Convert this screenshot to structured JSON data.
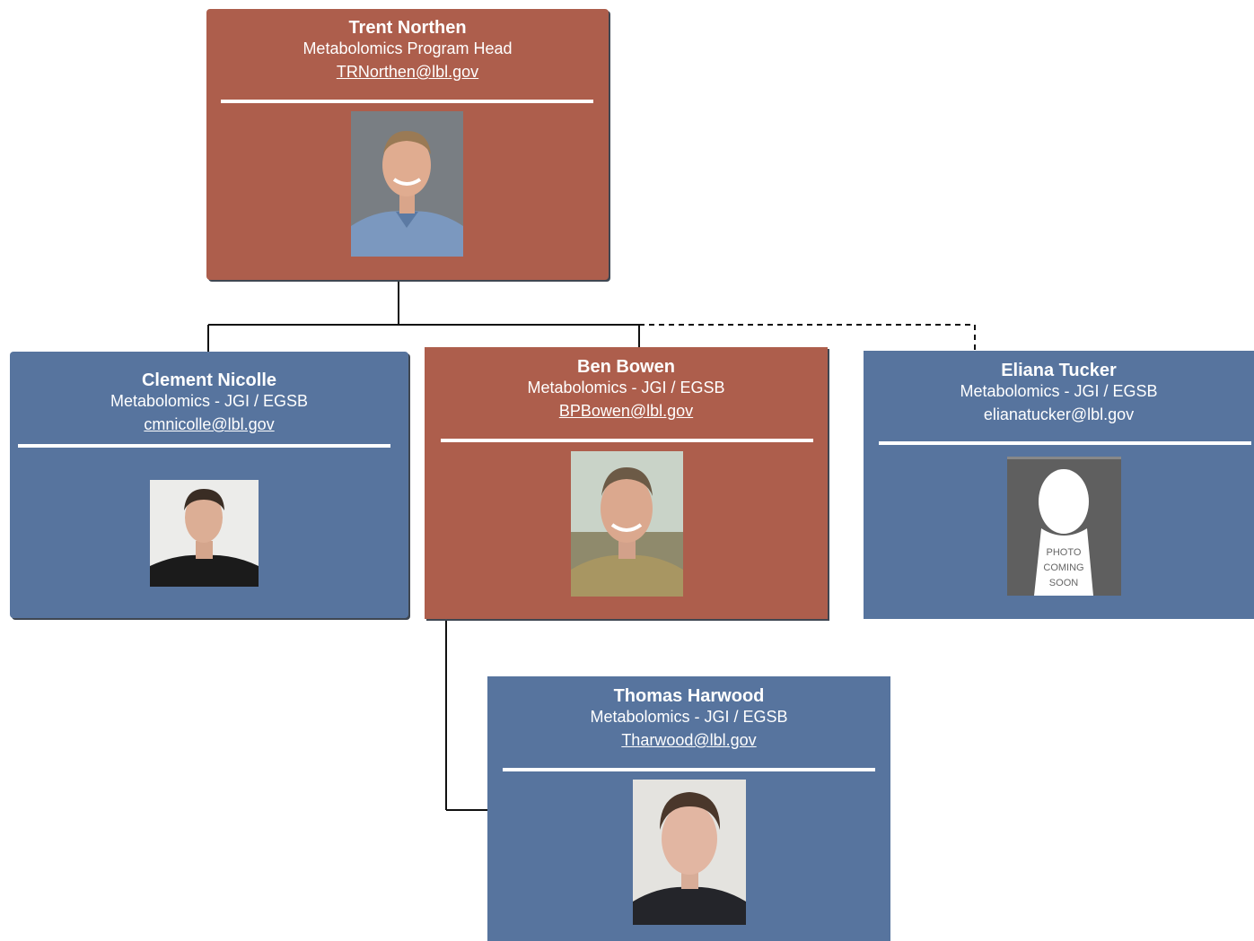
{
  "people": {
    "trent": {
      "name": "Trent Northen",
      "role": "Metabolomics Program Head",
      "email": "TRNorthen@lbl.gov",
      "card_color": "#ad5e4c"
    },
    "clement": {
      "name": "Clement Nicolle",
      "role": "Metabolomics - JGI / EGSB",
      "email": "cmnicolle@lbl.gov",
      "card_color": "#57749e"
    },
    "ben": {
      "name": "Ben Bowen",
      "role": "Metabolomics - JGI / EGSB",
      "email": "BPBowen@lbl.gov",
      "card_color": "#ad5e4c"
    },
    "eliana": {
      "name": "Eliana Tucker",
      "role": "Metabolomics - JGI / EGSB",
      "email": "elianatucker@lbl.gov",
      "card_color": "#57749e",
      "placeholder_text": [
        "PHOTO",
        "COMING",
        "SOON"
      ]
    },
    "thomas": {
      "name": "Thomas Harwood",
      "role": "Metabolomics - JGI / EGSB",
      "email": "Tharwood@lbl.gov",
      "card_color": "#57749e"
    }
  }
}
